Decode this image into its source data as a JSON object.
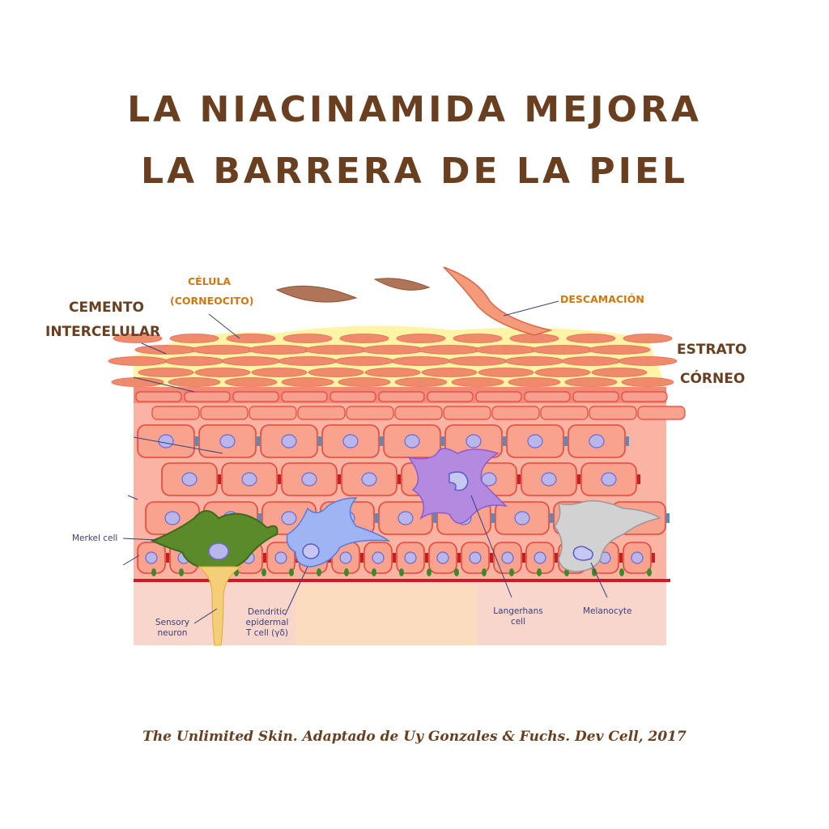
{
  "title": {
    "line1": "LA NIACINAMIDA MEJORA",
    "line2": "LA BARRERA DE LA PIEL"
  },
  "labels": {
    "cemento_line1": "CEMENTO",
    "cemento_line2": "INTERCELULAR",
    "celula_line1": "CÉLULA",
    "celula_line2": "(CORNEOCITO)",
    "descamacion": "DESCAMACIÓN",
    "estrato_line1": "ESTRATO",
    "estrato_line2": "CÓRNEO",
    "merkel": "Merkel cell",
    "sensory_line1": "Sensory",
    "sensory_line2": "neuron",
    "dendritic_line1": "Dendritic",
    "dendritic_line2": "epidermal",
    "dendritic_line3": "T cell (γδ)",
    "langerhans_line1": "Langerhans",
    "langerhans_line2": "cell",
    "melanocyte": "Melanocyte"
  },
  "caption": "The Unlimited Skin. Adaptado de Uy Gonzales & Fuchs. Dev Cell, 2017",
  "colors": {
    "title": "#6a3f1f",
    "label_orange": "#d0780e",
    "corneum_lipid": "#fdf4a6",
    "corneocyte": "#f08a6d",
    "cell_fill": "#f9a38f",
    "cell_border": "#e8463a",
    "nucleus": "#b8b6ea",
    "merkel": "#5a8a2a",
    "sensory": "#f4cf78",
    "dendritic": "#9fb4f2",
    "langerhans": "#b48ae0",
    "melanocyte": "#d2d2d2",
    "dermis": "#f9d6cb"
  }
}
